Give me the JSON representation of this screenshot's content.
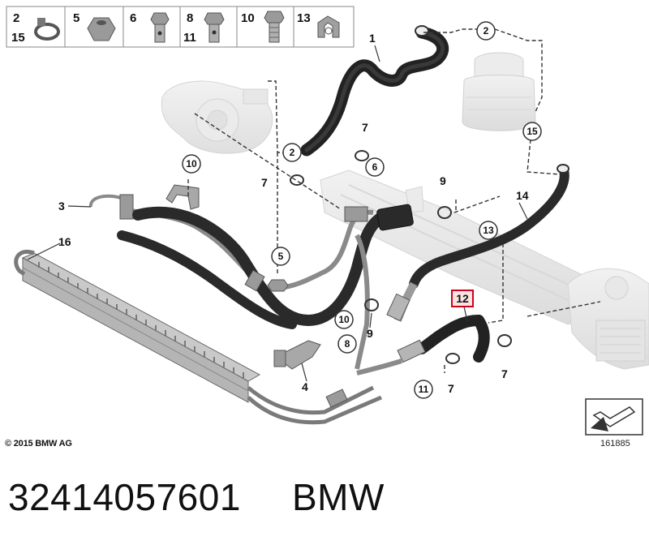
{
  "legend": {
    "cells": [
      {
        "numbers": [
          "2",
          "15"
        ],
        "icon": "hose-clamp-icon"
      },
      {
        "numbers": [
          "5"
        ],
        "icon": "hex-nut-icon"
      },
      {
        "numbers": [
          "6"
        ],
        "icon": "banjo-bolt-icon"
      },
      {
        "numbers": [
          "8",
          "11"
        ],
        "icon": "hollow-bolt-icon"
      },
      {
        "numbers": [
          "10"
        ],
        "icon": "hex-bolt-icon"
      },
      {
        "numbers": [
          "13"
        ],
        "icon": "clip-icon"
      }
    ]
  },
  "callouts": {
    "c1": "1",
    "c2a": "2",
    "c2b": "2",
    "c3": "3",
    "c4": "4",
    "c5": "5",
    "c6": "6",
    "c7a": "7",
    "c7b": "7",
    "c7c": "7",
    "c7d": "7",
    "c8": "8",
    "c9a": "9",
    "c9b": "9",
    "c10a": "10",
    "c10b": "10",
    "c11": "11",
    "c12": "12",
    "c13": "13",
    "c14": "14",
    "c15": "15",
    "c16": "16"
  },
  "highlight_color": "#d0021b",
  "copyright": "© 2015 BMW AG",
  "drawing_number": "161885",
  "part_number": "32414057601",
  "brand": "BMW"
}
